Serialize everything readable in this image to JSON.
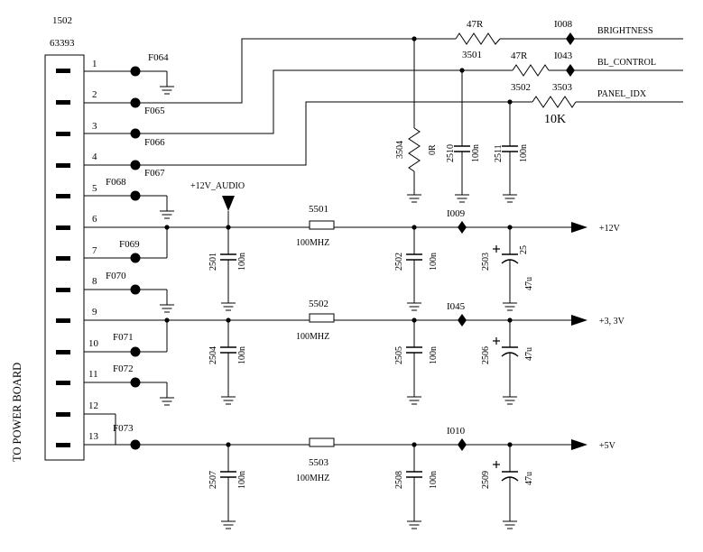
{
  "connector": {
    "ref": "1502",
    "part": "63393",
    "side_label": "TO POWER BOARD"
  },
  "pins": [
    {
      "num": "1",
      "ref": "F064"
    },
    {
      "num": "2",
      "ref": "F065"
    },
    {
      "num": "3",
      "ref": "F066"
    },
    {
      "num": "4",
      "ref": "F067"
    },
    {
      "num": "5",
      "ref": "F068"
    },
    {
      "num": "6",
      "ref": ""
    },
    {
      "num": "7",
      "ref": "F069"
    },
    {
      "num": "8",
      "ref": "F070"
    },
    {
      "num": "9",
      "ref": ""
    },
    {
      "num": "10",
      "ref": "F071"
    },
    {
      "num": "11",
      "ref": "F072"
    },
    {
      "num": "12",
      "ref": ""
    },
    {
      "num": "13",
      "ref": "F073"
    }
  ],
  "signals": [
    {
      "res_ref": "3501",
      "res_val": "47R",
      "port": "I008",
      "net": "BRIGHTNESS"
    },
    {
      "res_ref": "3502",
      "res_val": "47R",
      "port": "I043",
      "net": "BL_CONTROL"
    },
    {
      "res_ref": "3503",
      "res_val": "10K",
      "port": "",
      "net": "PANEL_IDX"
    }
  ],
  "signal_parts": {
    "r3504": {
      "ref": "3504",
      "val": "0R"
    },
    "c2510": {
      "ref": "2510",
      "val": "100n"
    },
    "c2511": {
      "ref": "2511",
      "val": "100n"
    }
  },
  "supply_in_label": "+12V_AUDIO",
  "rails": [
    {
      "bead_ref": "5501",
      "bead_val": "100MHZ",
      "port": "I009",
      "out": "+12V",
      "c1": {
        "ref": "2501",
        "val": "100n"
      },
      "c2": {
        "ref": "2502",
        "val": "100n"
      },
      "c3": {
        "ref": "2503",
        "val": "47u",
        "val2": "25"
      }
    },
    {
      "bead_ref": "5502",
      "bead_val": "100MHZ",
      "port": "I045",
      "out": "+3, 3V",
      "c1": {
        "ref": "2504",
        "val": "100n"
      },
      "c2": {
        "ref": "2505",
        "val": "100n"
      },
      "c3": {
        "ref": "2506",
        "val": "47u"
      }
    },
    {
      "bead_ref": "5503",
      "bead_val": "100MHZ",
      "port": "I010",
      "out": "+5V",
      "c1": {
        "ref": "2507",
        "val": "100n"
      },
      "c2": {
        "ref": "2508",
        "val": "100n"
      },
      "c3": {
        "ref": "2509",
        "val": "47u"
      }
    }
  ]
}
